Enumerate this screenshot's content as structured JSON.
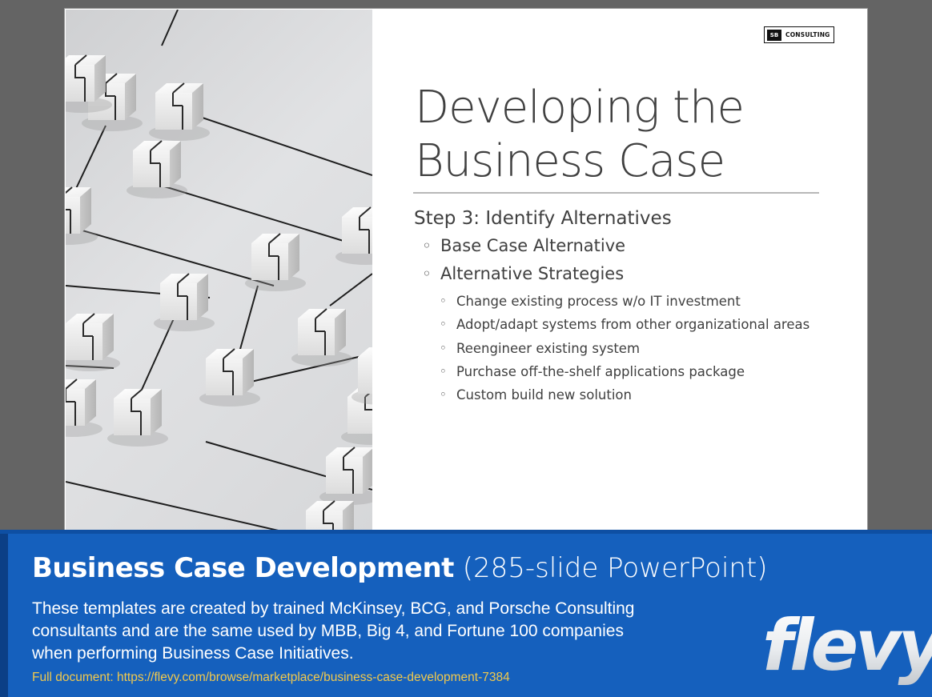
{
  "slide": {
    "logo": {
      "mark": "SB",
      "text": "CONSULTING"
    },
    "title_lines": [
      "Developing the",
      "Business Case"
    ],
    "step_heading": "Step 3: Identify Alternatives",
    "bullets": [
      {
        "label": "Base Case Alternative"
      },
      {
        "label": "Alternative Strategies"
      }
    ],
    "sub_bullets": [
      "Change existing process w/o IT investment",
      "Adopt/adapt systems from other organizational areas",
      "Reengineer existing system",
      "Purchase off-the-shelf applications package",
      "Custom build new solution"
    ],
    "image_icon": "cube-network-image"
  },
  "banner": {
    "title_bold": "Business Case Development",
    "title_light": "(285-slide PowerPoint)",
    "description": "These templates are created by trained McKinsey, BCG, and Porsche Consulting consultants and are the same used by MBB, Big 4, and Fortune 100 companies when performing Business Case Initiatives.",
    "link": "Full document: https://flevy.com/browse/marketplace/business-case-development-7384",
    "brand": "flevy"
  },
  "colors": {
    "background": "#646464",
    "banner": "#1560bd",
    "link": "#f2c94c",
    "slide_text": "#404040"
  }
}
